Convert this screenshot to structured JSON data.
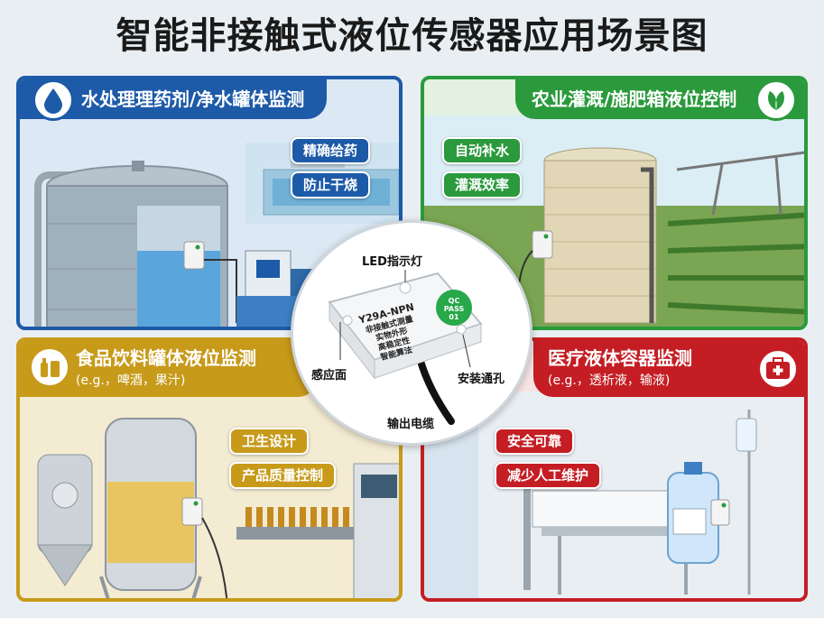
{
  "title": "智能非接触式液位传感器应用场景图",
  "colors": {
    "blue": "#1d5aa8",
    "green": "#2a9a3c",
    "gold": "#c79a1a",
    "red": "#c41e24",
    "qc_badge": "#27a84a"
  },
  "panels": {
    "water": {
      "title": "水处理理药剂/净水罐体监测",
      "icon": "water-drop-icon",
      "tags": [
        "精确给药",
        "防止干烧"
      ]
    },
    "agri": {
      "title": "农业灌溉/施肥箱液位控制",
      "icon": "leaf-icon",
      "tags": [
        "自动补水",
        "灌溉效率"
      ]
    },
    "food": {
      "title": "食品饮料罐体液位监测",
      "subtitle": "(e.g.，啤酒，果汁)",
      "icon": "bottles-icon",
      "tags": [
        "卫生设计",
        "产品质量控制"
      ]
    },
    "medical": {
      "title": "医疗液体容器监测",
      "subtitle": "(e.g.，透析液，输液)",
      "icon": "first-aid-icon",
      "tags": [
        "安全可靠",
        "减少人工维护"
      ]
    }
  },
  "sensor": {
    "model": "Y29A-NPN",
    "lines": [
      "非接触式测量",
      "实物外形",
      "高稳定性",
      "智能算法"
    ],
    "qc": [
      "QC",
      "PASS",
      "01"
    ],
    "callouts": {
      "led": "LED指示灯",
      "face": "感应面",
      "hole": "安装通孔",
      "cable": "输出电缆"
    }
  }
}
